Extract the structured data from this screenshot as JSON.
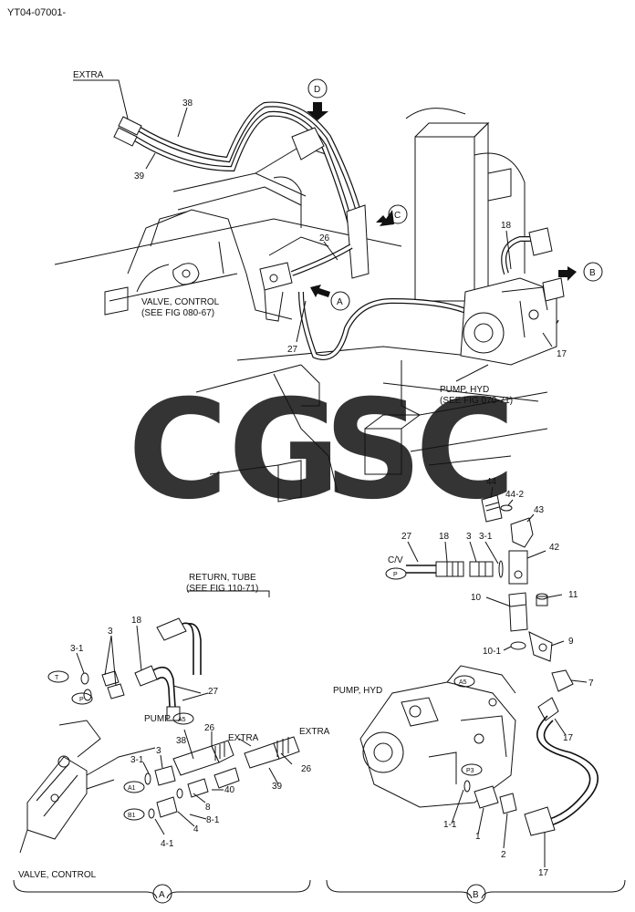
{
  "header": {
    "figure_code": "YT04-07001-"
  },
  "watermark": {
    "letters": [
      "C",
      "G",
      "S",
      "C"
    ],
    "colors": [
      "#6aa0f5",
      "#f07b6e",
      "#f6d05a",
      "#5bbf86"
    ]
  },
  "callouts": {
    "a": "A",
    "b": "B",
    "c": "C",
    "d": "D"
  },
  "labels": {
    "extra": "EXTRA",
    "valve_control_caps": "VALVE, CONTROL",
    "see_fig_080": "(SEE FIG 080-67)",
    "pump_hyd_caps": "PUMP, HYD",
    "see_fig_070": "(SEE FIG 070-71)",
    "return_tube": "RETURN, TUBE",
    "see_fig_110": "(SEE FIG 110-71)",
    "pump_caps": "PUMP",
    "cv": "C/V"
  },
  "ports": {
    "t": "T",
    "p": "P",
    "a5": "A5",
    "a1": "A1",
    "b1": "B1",
    "p3": "P3"
  },
  "part_numbers": {
    "p1": "1",
    "p1_1": "1-1",
    "p2": "2",
    "p3": "3",
    "p3_1": "3-1",
    "p4": "4",
    "p4_1": "4-1",
    "p7": "7",
    "p8": "8",
    "p8_1": "8-1",
    "p9": "9",
    "p10": "10",
    "p10_1": "10-1",
    "p11": "11",
    "p17": "17",
    "p18": "18",
    "p26": "26",
    "p27": "27",
    "p38": "38",
    "p39": "39",
    "p40": "40",
    "p42": "42",
    "p43": "43",
    "p44": "44",
    "p44_2": "44-2"
  }
}
